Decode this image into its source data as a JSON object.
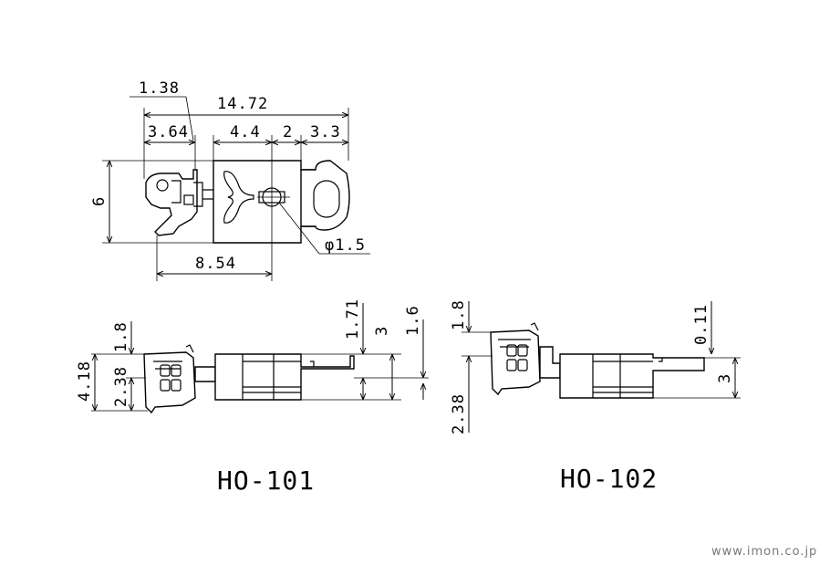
{
  "top_view": {
    "dim_total": "14.72",
    "dim_a": "1.38",
    "dim_b": "3.64",
    "dim_c": "4.4",
    "dim_d": "2",
    "dim_e": "3.3",
    "dim_height": "6",
    "dim_bottom": "8.54",
    "dim_hole": "φ1.5"
  },
  "side_101": {
    "dim_top": "1.8",
    "dim_total": "4.18",
    "dim_lower": "2.38",
    "dim_r1": "1.71",
    "dim_r2": "3",
    "dim_r3": "1.6",
    "label": "HO-101"
  },
  "side_102": {
    "dim_top": "1.8",
    "dim_lower": "2.38",
    "dim_r1": "0.11",
    "dim_r2": "3",
    "label": "HO-102"
  },
  "watermark": "www.imon.co.jp"
}
